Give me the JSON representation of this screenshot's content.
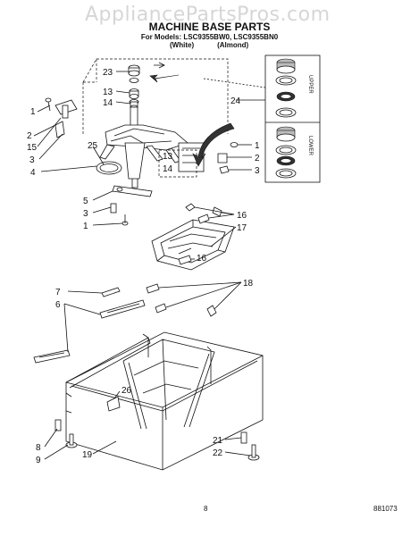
{
  "watermark": "AppliancePartsPros.com",
  "header": {
    "title": "MACHINE BASE PARTS",
    "models": "For Models: LSC9355BW0, LSC9355BN0",
    "variant_white": "(White)",
    "variant_almond": "(Almond)"
  },
  "inset_labels": {
    "upper": "UPPER",
    "lower": "LOWER"
  },
  "part_numbers": [
    "23",
    "13",
    "14",
    "24",
    "1",
    "2",
    "15",
    "3",
    "4",
    "25",
    "1",
    "2",
    "3",
    "13",
    "14",
    "5",
    "3",
    "1",
    "16",
    "17",
    "16",
    "7",
    "6",
    "18",
    "26",
    "8",
    "9",
    "19",
    "21",
    "22"
  ],
  "footer": {
    "page": "8",
    "code": "881073"
  }
}
